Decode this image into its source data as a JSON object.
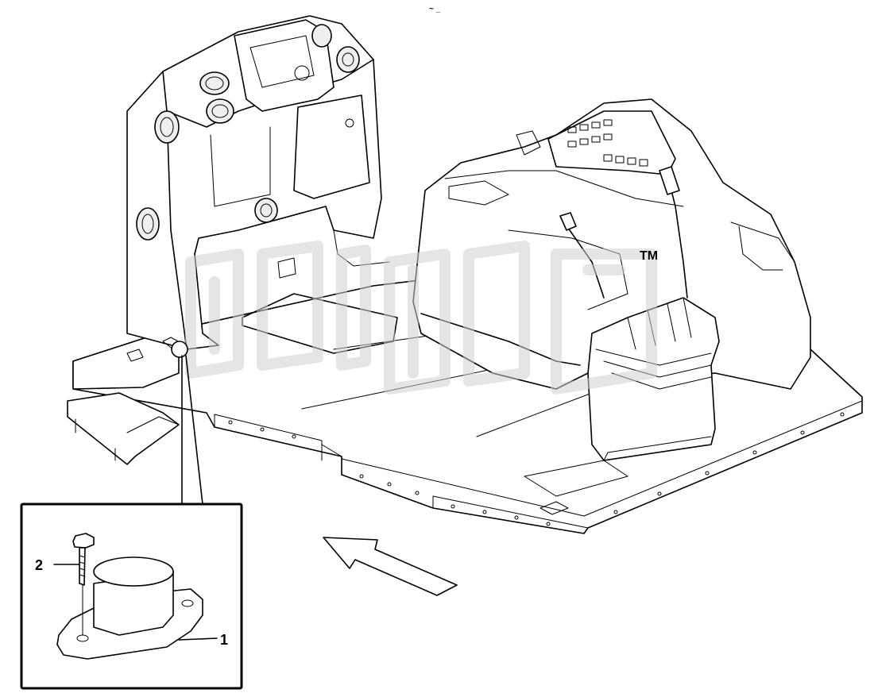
{
  "callouts": {
    "part_1": "1",
    "part_2": "2"
  },
  "header_mark": "~ _",
  "watermark_tm": "TM",
  "colors": {
    "line": "#000000",
    "background": "#ffffff",
    "watermark": "#cfcfcf"
  }
}
